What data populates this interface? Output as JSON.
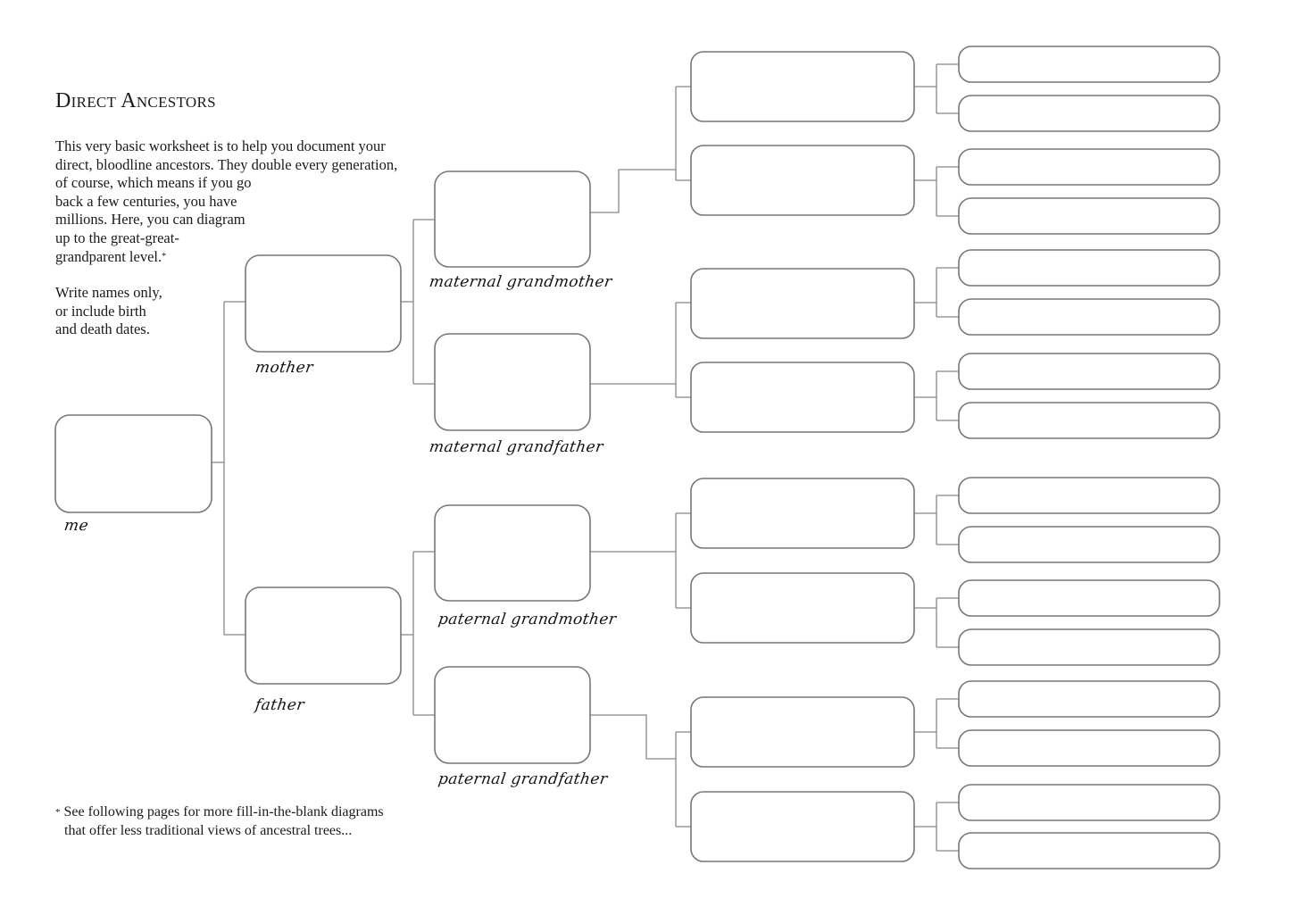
{
  "worksheet": {
    "title": "Direct Ancestors",
    "intro_lines": [
      "This very basic worksheet is to help you document your",
      "direct, bloodline ancestors. They double every generation,",
      "of course, which means if you go",
      "back a few centuries, you have",
      "millions. Here, you can diagram",
      "up to the great-great-",
      "grandparent level."
    ],
    "intro_marker": "*",
    "hint_lines": [
      "Write names only,",
      "or include birth",
      "and death dates."
    ],
    "footnote_marker": "*",
    "footnote_line1": "See following pages for more fill-in-the-blank diagrams",
    "footnote_line2": "that offer less traditional views of ancestral trees..."
  },
  "labels": {
    "me": "me",
    "mother": "mother",
    "father": "father",
    "maternal_grandmother": "maternal grandmother",
    "maternal_grandfather": "maternal grandfather",
    "paternal_grandmother": "paternal grandmother",
    "paternal_grandfather": "paternal grandfather"
  },
  "tree": {
    "generations": 5,
    "great_grandparent_boxes": 8,
    "great_great_grandparent_boxes": 16,
    "box_stroke_color": "#777777",
    "line_color": "#888888"
  }
}
